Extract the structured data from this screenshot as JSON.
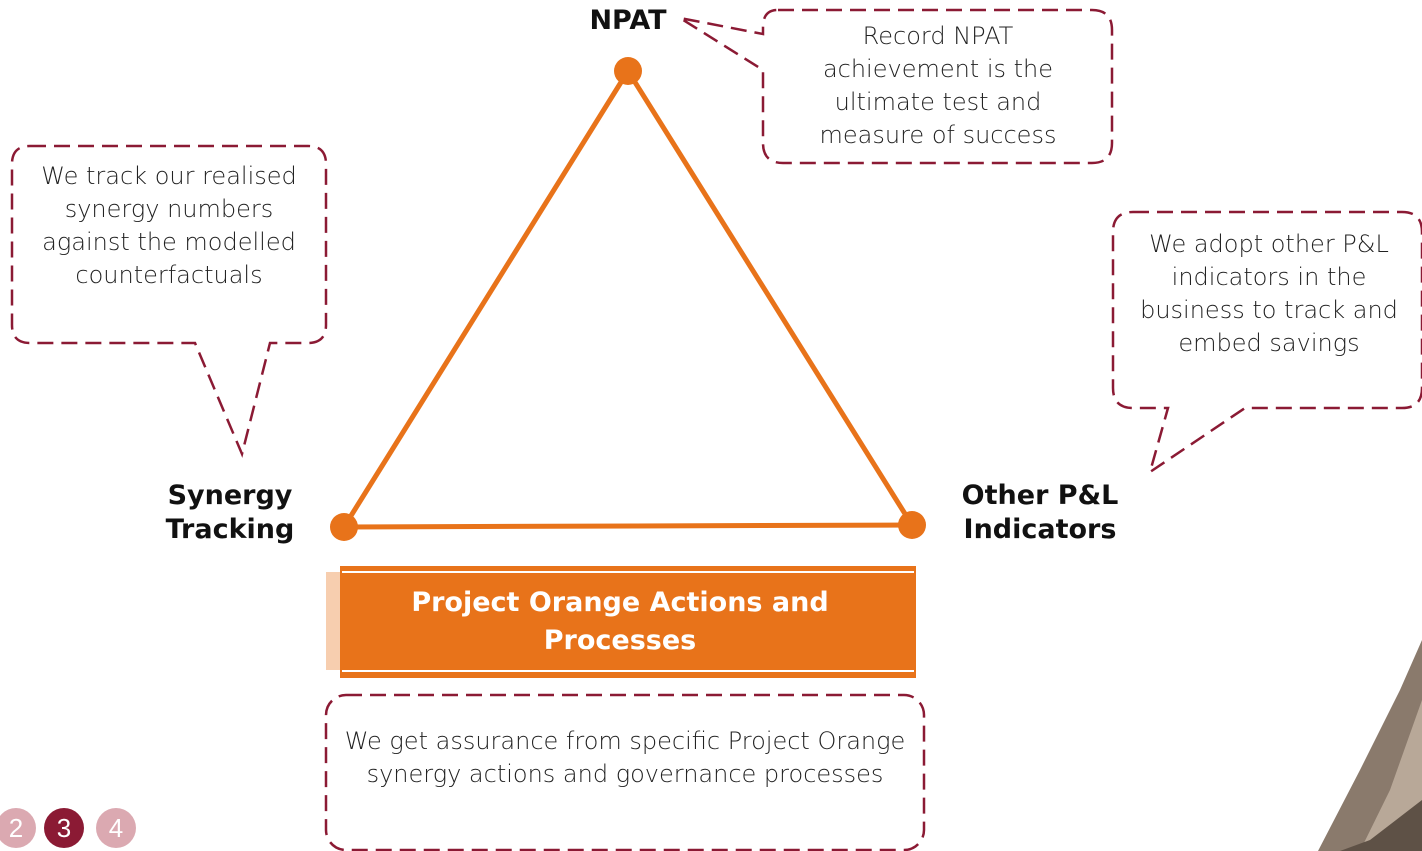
{
  "nodes": {
    "top": "NPAT",
    "left": [
      "Synergy",
      "Tracking"
    ],
    "right": [
      "Other P&L",
      "Indicators"
    ]
  },
  "banner": {
    "title": "Project Orange Actions and Processes"
  },
  "callouts": {
    "npat": "Record NPAT achievement is the ultimate test and measure of success",
    "synergy": "We track our realised synergy numbers against the modelled counterfactuals",
    "pl": "We adopt other P&L indicators in the business to track and embed savings",
    "project": "We get assurance from specific Project Orange synergy actions and governance processes"
  },
  "pager": {
    "pages": [
      "2",
      "3",
      "4"
    ],
    "active_index": 1
  },
  "colors": {
    "triangle": "#e8731a",
    "banner": "#e8731a",
    "callout_border": "#8b1a34",
    "pager_active": "#8b1a34",
    "pager_inactive": "#dba9b1"
  }
}
